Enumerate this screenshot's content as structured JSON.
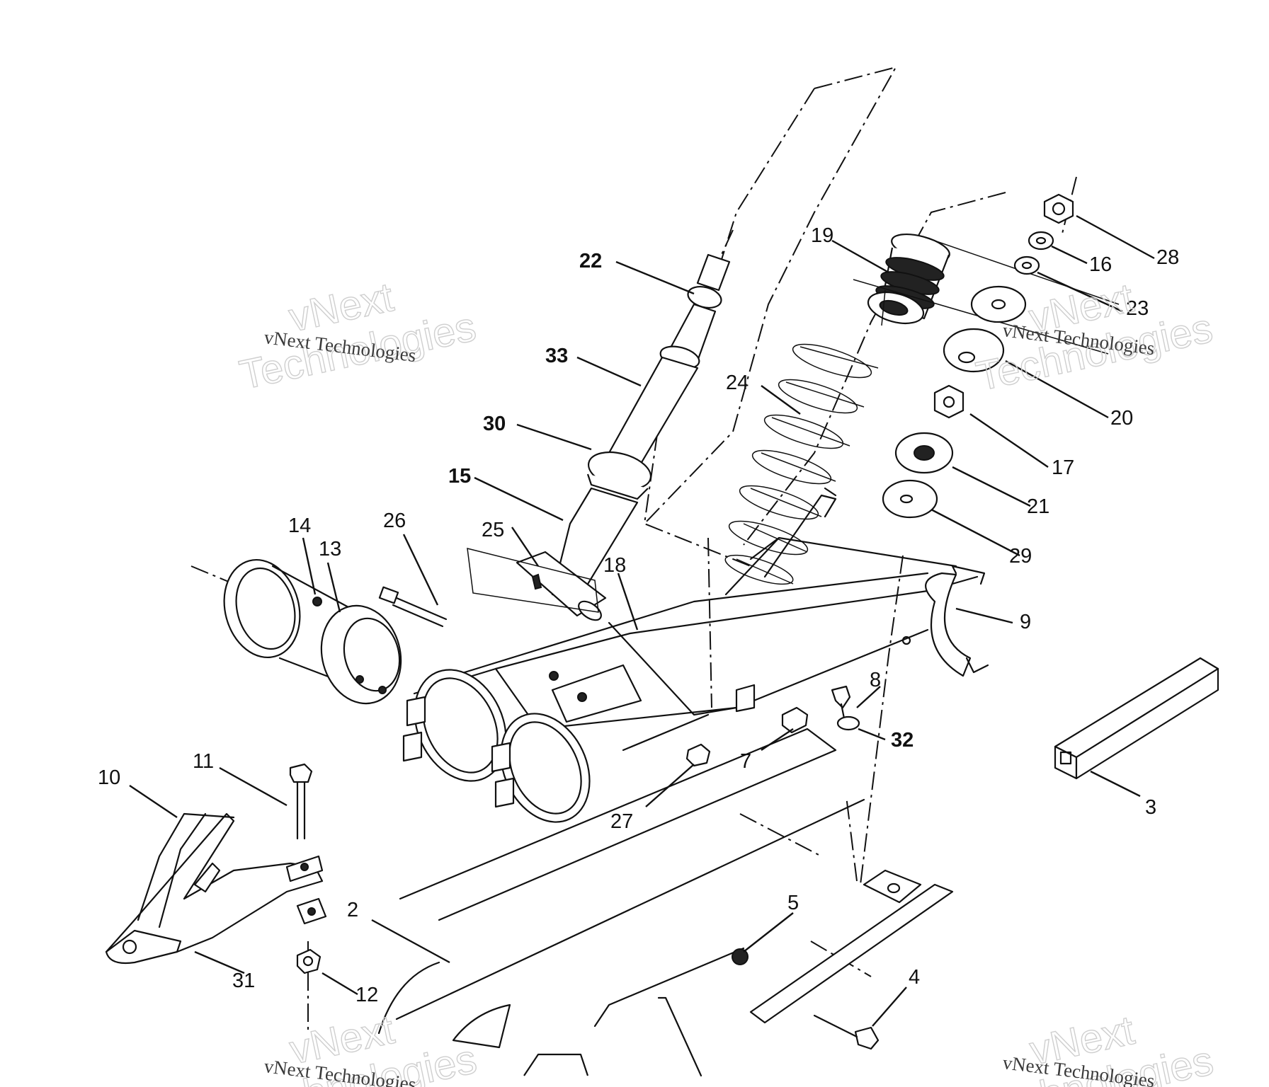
{
  "callouts": [
    {
      "id": "c22",
      "label": "22",
      "bold": true
    },
    {
      "id": "c33",
      "label": "33",
      "bold": true
    },
    {
      "id": "c30",
      "label": "30",
      "bold": true
    },
    {
      "id": "c15",
      "label": "15",
      "bold": true
    },
    {
      "id": "c19",
      "label": "19",
      "bold": false
    },
    {
      "id": "c24",
      "label": "24",
      "bold": false
    },
    {
      "id": "c28",
      "label": "28",
      "bold": false
    },
    {
      "id": "c16",
      "label": "16",
      "bold": false
    },
    {
      "id": "c23",
      "label": "23",
      "bold": false
    },
    {
      "id": "c20",
      "label": "20",
      "bold": false
    },
    {
      "id": "c17",
      "label": "17",
      "bold": false
    },
    {
      "id": "c21",
      "label": "21",
      "bold": false
    },
    {
      "id": "c29",
      "label": "29",
      "bold": false
    },
    {
      "id": "c14",
      "label": "14",
      "bold": false
    },
    {
      "id": "c13",
      "label": "13",
      "bold": false
    },
    {
      "id": "c26",
      "label": "26",
      "bold": false
    },
    {
      "id": "c25",
      "label": "25",
      "bold": false
    },
    {
      "id": "c18",
      "label": "18",
      "bold": false
    },
    {
      "id": "c9",
      "label": "9",
      "bold": false
    },
    {
      "id": "c8",
      "label": "8",
      "bold": false
    },
    {
      "id": "c32",
      "label": "32",
      "bold": true
    },
    {
      "id": "c7",
      "label": "7",
      "bold": false
    },
    {
      "id": "c27",
      "label": "27",
      "bold": false
    },
    {
      "id": "c3",
      "label": "3",
      "bold": false
    },
    {
      "id": "c10",
      "label": "10",
      "bold": false
    },
    {
      "id": "c11",
      "label": "11",
      "bold": false
    },
    {
      "id": "c2",
      "label": "2",
      "bold": false
    },
    {
      "id": "c5",
      "label": "5",
      "bold": false
    },
    {
      "id": "c4",
      "label": "4",
      "bold": false
    },
    {
      "id": "c31",
      "label": "31",
      "bold": false
    },
    {
      "id": "c12",
      "label": "12",
      "bold": false
    }
  ],
  "watermark": {
    "outline_line1": "vNext",
    "outline_line2": "Technologies",
    "serif_text": "vNext Technologies"
  }
}
